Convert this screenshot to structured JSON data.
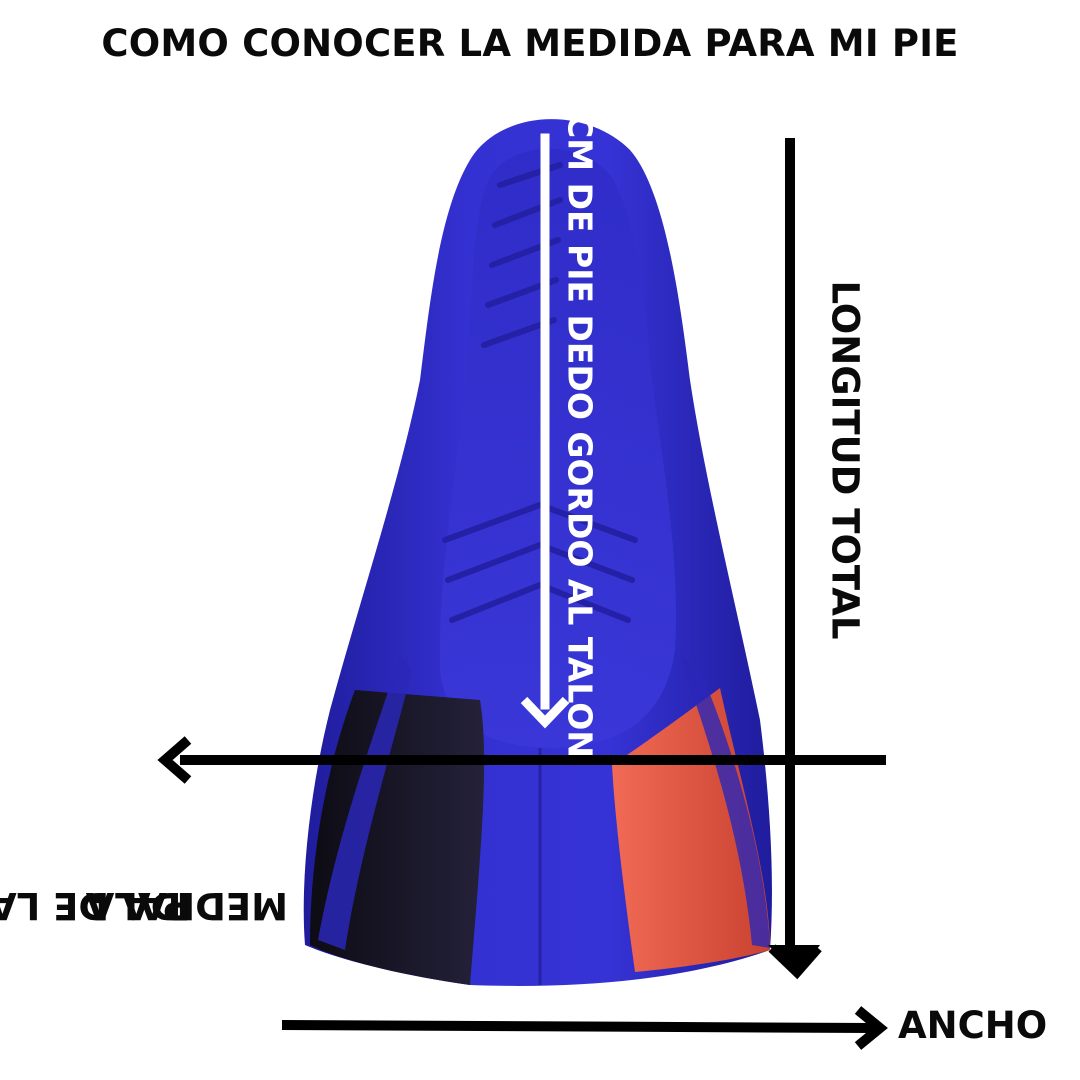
{
  "title": "COMO CONOCER LA MEDIDA PARA MI PIE",
  "labels": {
    "foot_length": "CM DE PIE DEDO GORDO AL TALON",
    "total_length": "LONGITUD TOTAL",
    "blade_line1": "MEDIDA DE LA",
    "blade_line2": "PALA",
    "width": "ANCHO"
  },
  "colors": {
    "fin_blue": "#2e2bc4",
    "fin_blue_dark": "#1d1a8f",
    "fin_black": "#15131f",
    "fin_red": "#e0553f",
    "arrow_white": "#ffffff",
    "arrow_black": "#000000"
  },
  "icons": [
    "swim-fin-image",
    "arrow-down-icon",
    "arrow-left-icon",
    "arrow-right-icon"
  ]
}
